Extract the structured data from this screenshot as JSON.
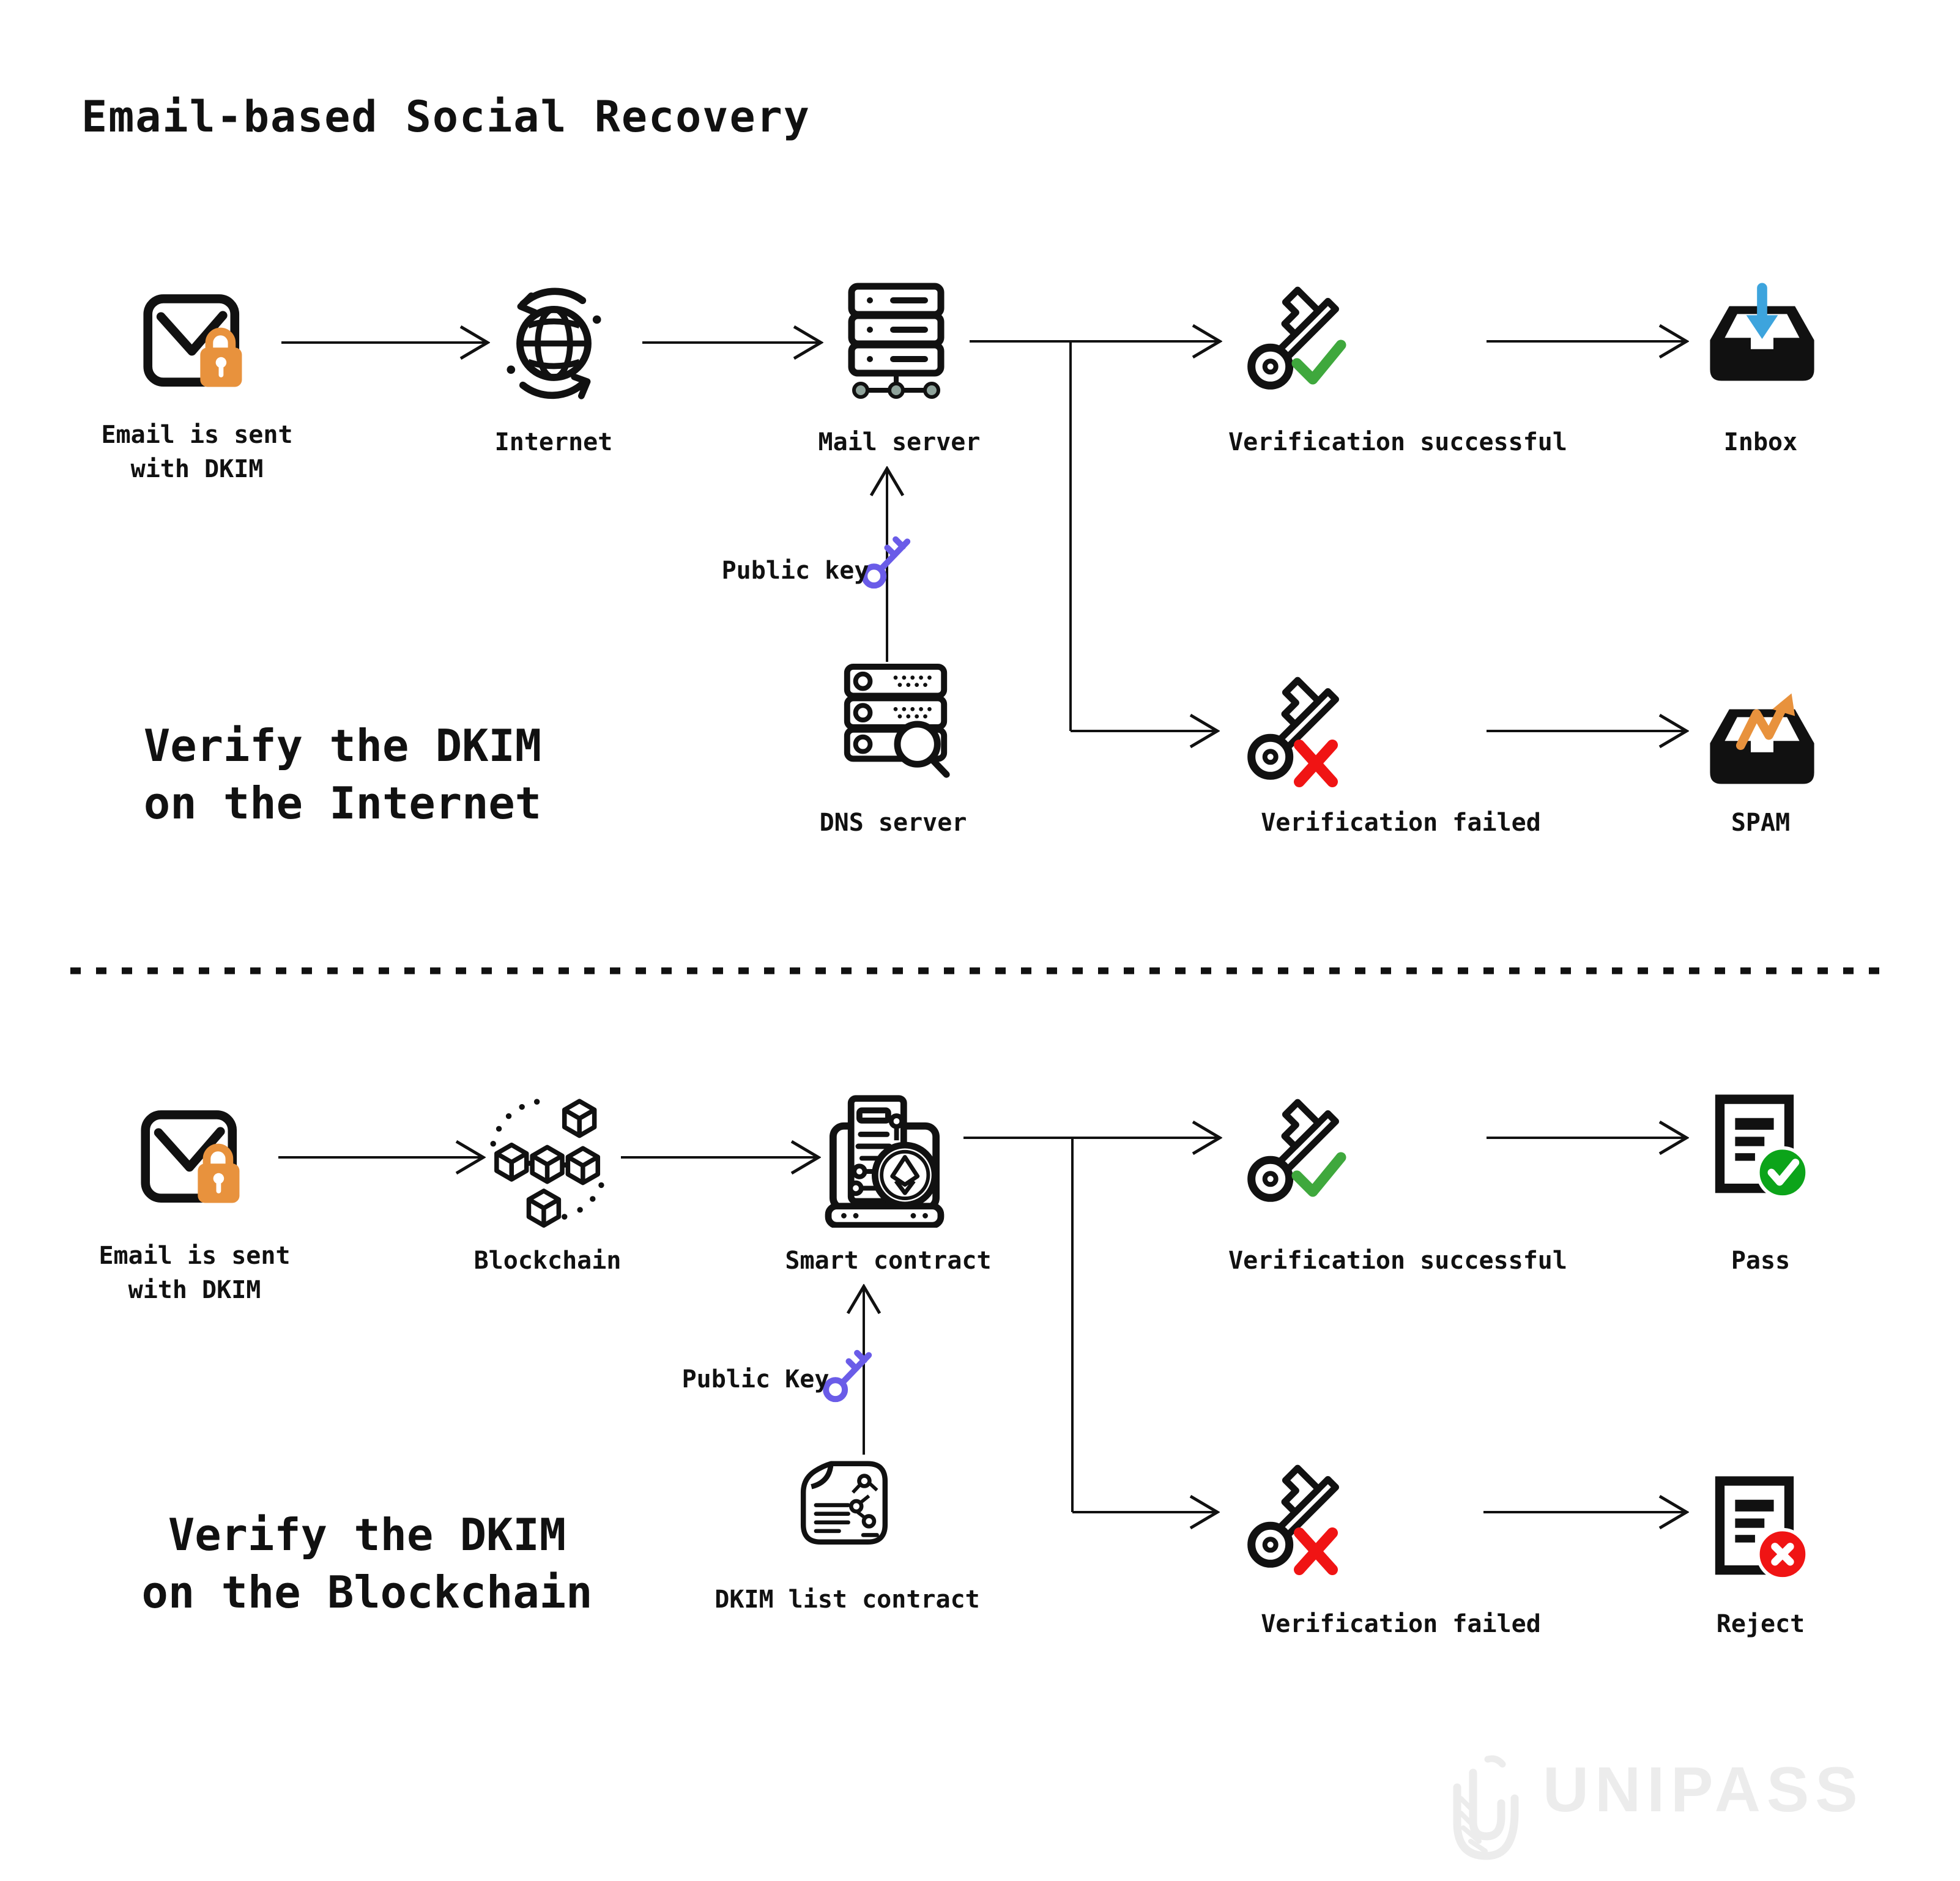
{
  "title": "Email-based Social Recovery",
  "internet_flow": {
    "section_line1": "Verify the DKIM",
    "section_line2": "on the Internet",
    "email_label_line1": "Email is sent",
    "email_label_line2": "with DKIM",
    "internet_label": "Internet",
    "mail_server_label": "Mail server",
    "public_key_label": "Public key",
    "dns_server_label": "DNS server",
    "verification_successful_label": "Verification successful",
    "inbox_label": "Inbox",
    "verification_failed_label": "Verification failed",
    "spam_label": "SPAM"
  },
  "blockchain_flow": {
    "section_line1": "Verify the DKIM",
    "section_line2": "on the Blockchain",
    "email_label_line1": "Email is sent",
    "email_label_line2": "with DKIM",
    "blockchain_label": "Blockchain",
    "smart_contract_label": "Smart contract",
    "public_key_label": "Public Key",
    "dkim_list_contract_label": "DKIM list contract",
    "verification_successful_label": "Verification successful",
    "pass_label": "Pass",
    "verification_failed_label": "Verification failed",
    "reject_label": "Reject"
  },
  "watermark": {
    "brand": "UNIPASS"
  },
  "colors": {
    "ink": "#111111",
    "accent_orange": "#e8923d",
    "inbox_arrow_blue": "#3da4dd",
    "check_green": "#3fa83d",
    "badge_green": "#0ca41a",
    "fail_red": "#f01414",
    "key_purple": "#6a5ce8",
    "watermark_gray": "#ececec"
  }
}
